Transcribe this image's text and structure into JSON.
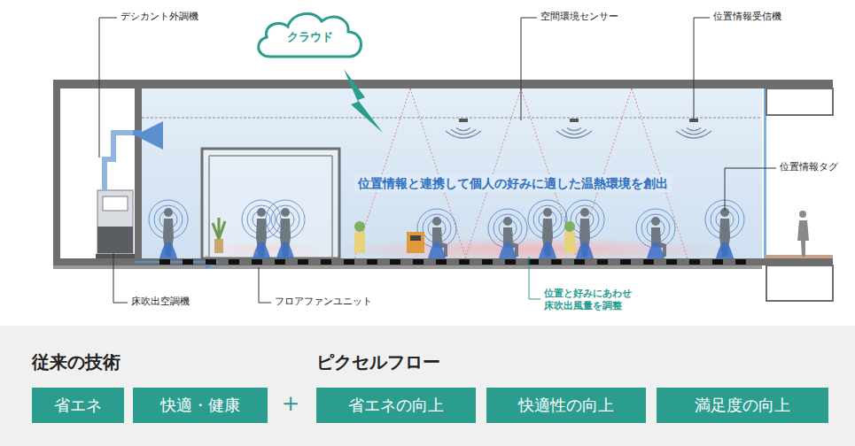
{
  "diagram": {
    "nodes": [
      {
        "text": [
          "クラウド"
        ]
      },
      {
        "text": [
          "省エネ"
        ]
      },
      {
        "text": [
          "快適・健康"
        ]
      },
      {
        "text": [
          "省エネの向上"
        ]
      },
      {
        "text": [
          "快適性の向上"
        ]
      },
      {
        "text": [
          "満足度の向上"
        ]
      }
    ],
    "labels": [
      "デシカント外調機",
      "空間環境センサー",
      "位置情報受信機",
      "位置情報と連携して個人の好みに適した温熱環境を創出",
      "位置情報タグ",
      "床吹出空調機",
      "フロアファンユニット",
      "位置と好みにあわせ 床吹出風量を調整",
      "従来の技術",
      "ピクセルフロー",
      "＋"
    ]
  }
}
